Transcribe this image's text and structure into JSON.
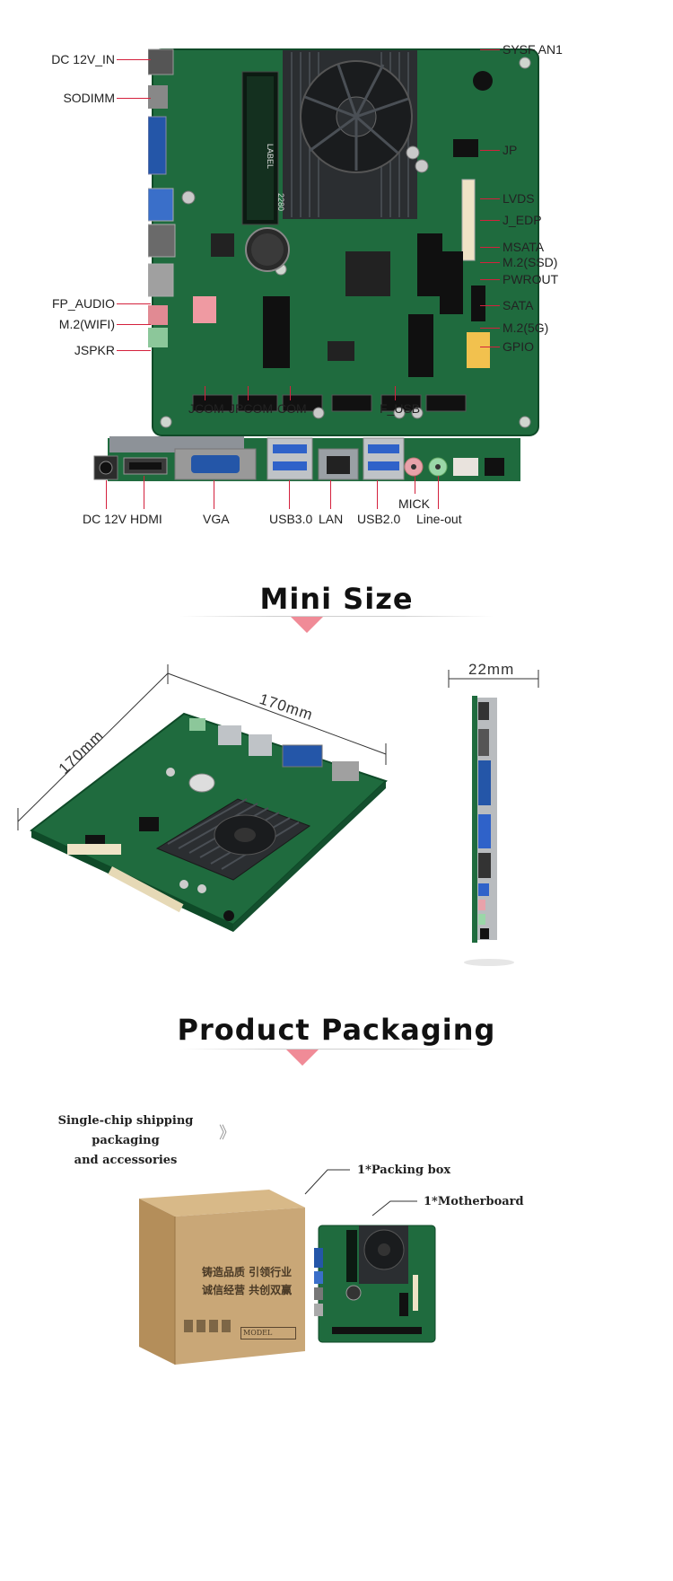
{
  "top_board": {
    "left_labels": [
      "DC 12V_IN",
      "SODIMM",
      "FP_AUDIO",
      "M.2(WIFI)",
      "JSPKR"
    ],
    "right_labels": [
      "SYSF AN1",
      "JP",
      "LVDS",
      "J_EDP",
      "MSATA",
      "M.2(SSD)",
      "PWROUT",
      "SATA",
      "M.2(5G)",
      "GPIO"
    ],
    "bottom_labels": [
      "JCOM",
      "JPCOM",
      "COM",
      "F_USB"
    ],
    "silkscreen": [
      "LABEL",
      "2280"
    ]
  },
  "io_panel": {
    "labels": [
      "DC 12V",
      "HDMI",
      "VGA",
      "USB3.0",
      "LAN",
      "USB2.0",
      "MICK",
      "Line-out"
    ]
  },
  "mini_size": {
    "title": "Mini Size",
    "dim_width": "170mm",
    "dim_depth": "170mm",
    "dim_height": "22mm"
  },
  "packaging": {
    "title": "Product Packaging",
    "intro_line1": "Single-chip shipping packaging",
    "intro_line2": "and accessories",
    "arrow_glyph": "》",
    "item_box": "1*Packing box",
    "item_board": "1*Motherboard",
    "box_text_line1": "铸造品质  引领行业",
    "box_text_line2": "诚信经营  共创双赢",
    "box_model_label": "MODEL"
  },
  "colors": {
    "pcb_green": "#1f6b3e",
    "pcb_dark": "#0f4a28",
    "leader_red": "#d4213d",
    "accent_pink": "#f08b97",
    "heatsink": "#2b2e31",
    "cardboard": "#c9a777"
  }
}
